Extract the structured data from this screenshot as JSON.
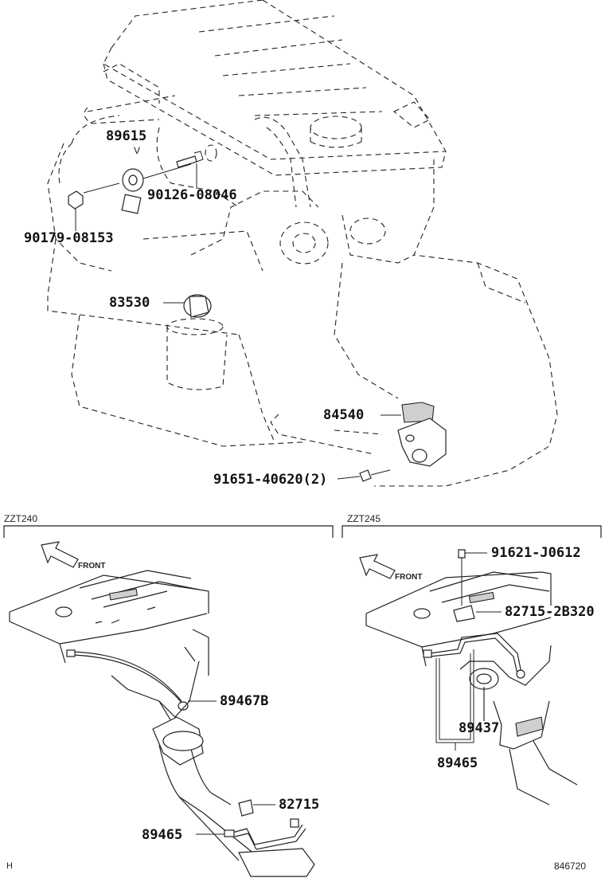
{
  "labels": {
    "p89615": "89615",
    "p89615_v": "V",
    "p90126": "90126-08046",
    "p90179": "90179-08153",
    "p83530": "83530",
    "p84540": "84540",
    "p91651": "91651-40620(2)",
    "p89467b": "89467B",
    "p82715_left": "82715",
    "p89465_left": "89465",
    "p91621": "91621-J0612",
    "p82715_2b": "82715-2B320",
    "p89437": "89437",
    "p89465_right": "89465"
  },
  "sections": {
    "left_model": "ZZT240",
    "right_model": "ZZT245"
  },
  "front_left": "FRONT",
  "front_right": "FRONT",
  "footer": {
    "left_mark": "H",
    "figure_code": "846720"
  }
}
